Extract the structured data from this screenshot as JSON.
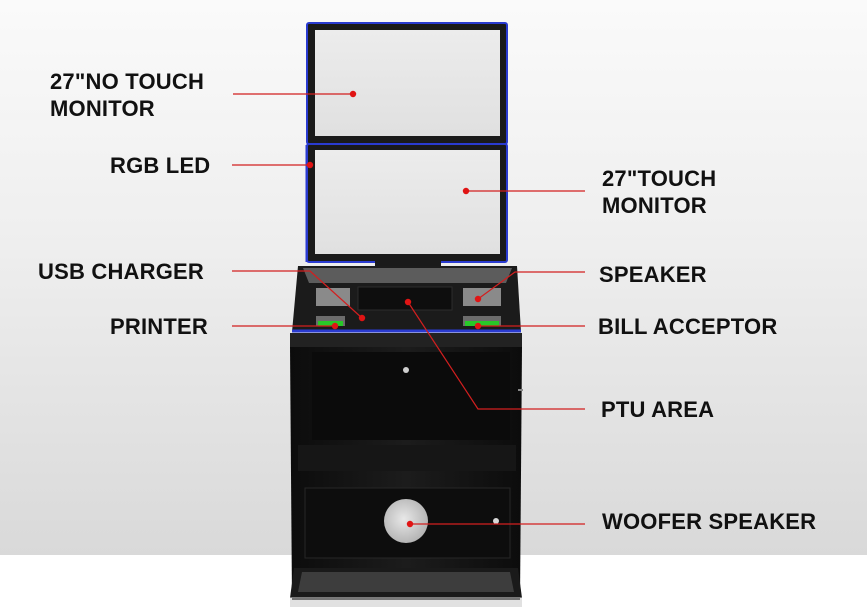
{
  "diagram": {
    "callouts": {
      "no_touch_monitor": "27\"NO TOUCH\nMONITOR",
      "rgb_led": "RGB LED",
      "touch_monitor": "27\"TOUCH\nMONITOR",
      "usb_charger": "USB CHARGER",
      "speaker": "SPEAKER",
      "printer": "PRINTER",
      "bill_acceptor": "BILL ACCEPTOR",
      "ptu_area": "PTU AREA",
      "woofer_speaker": "WOOFER SPEAKER"
    }
  },
  "colors": {
    "leader_line": "#d21f1f",
    "marker_dot": "#e01414",
    "led_accent": "#2a3bd0",
    "cabinet_body": "#141414",
    "screen_fill": "#e6e6e6"
  }
}
